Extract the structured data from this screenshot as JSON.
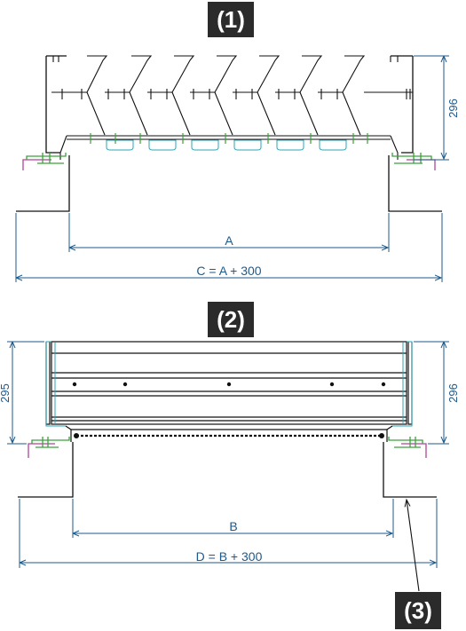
{
  "labels": {
    "view1": "(1)",
    "view2": "(2)",
    "callout3": "(3)"
  },
  "dimensions": {
    "view1_height": "296",
    "view1_width_inner": "A",
    "view1_width_outer": "C = A + 300",
    "view2_height_left": "295",
    "view2_height_right": "296",
    "view2_width_inner": "B",
    "view2_width_outer": "D = B + 300"
  },
  "colors": {
    "line": "#111111",
    "dimension": "#1d5a8c",
    "cyan": "#2aa6b8",
    "green": "#3aa13a",
    "magenta": "#b0449a",
    "tag_bg": "#2b2b2b"
  }
}
